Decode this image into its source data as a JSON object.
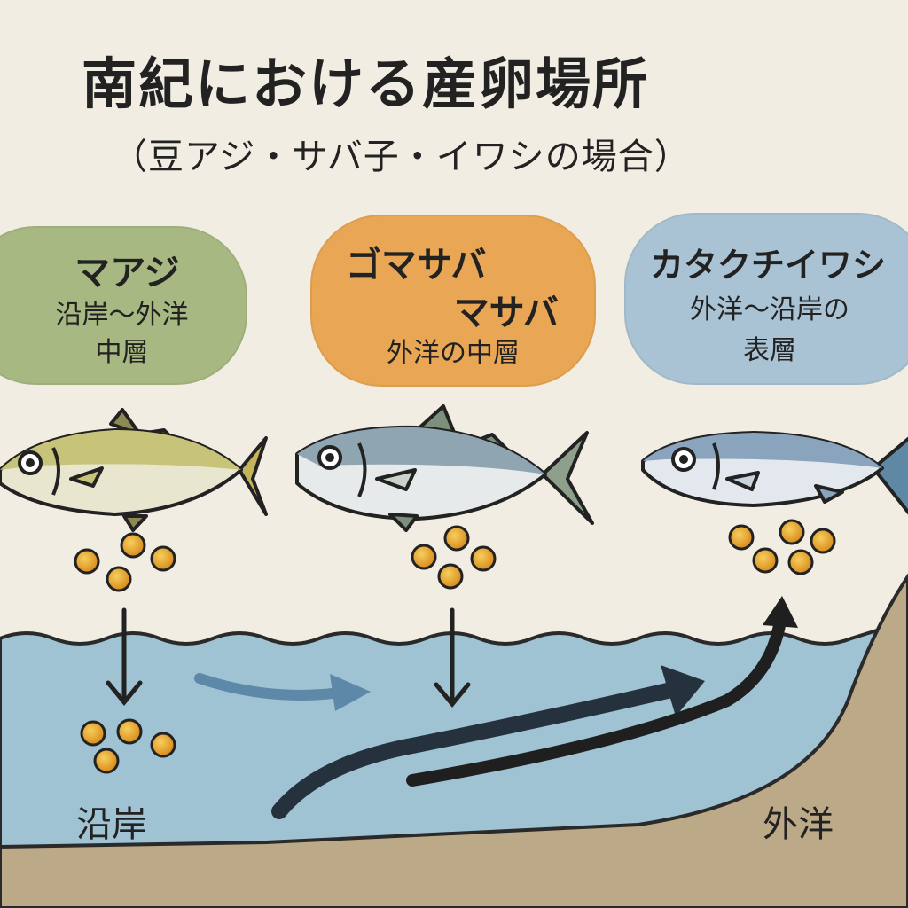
{
  "title": "南紀における産卵場所",
  "subtitle": "（豆アジ・サバ子・イワシの場合）",
  "species": [
    {
      "name": "マアジ",
      "habitat": "沿岸〜外洋",
      "layer": "中層",
      "color": "#a7b882"
    },
    {
      "name": "ゴマサバ",
      "name2": "マサバ",
      "habitat": "外洋の中層",
      "color": "#e9a654"
    },
    {
      "name": "カタクチイワシ",
      "habitat": "外洋〜沿岸の",
      "layer": "表層",
      "color": "#a9c3d4"
    }
  ],
  "labels": {
    "coast": "沿岸",
    "open_ocean": "外洋"
  },
  "colors": {
    "sea": "#9fc3d3",
    "seabed": "#bba987",
    "egg": "#e8a934",
    "background": "#f2ede2"
  }
}
